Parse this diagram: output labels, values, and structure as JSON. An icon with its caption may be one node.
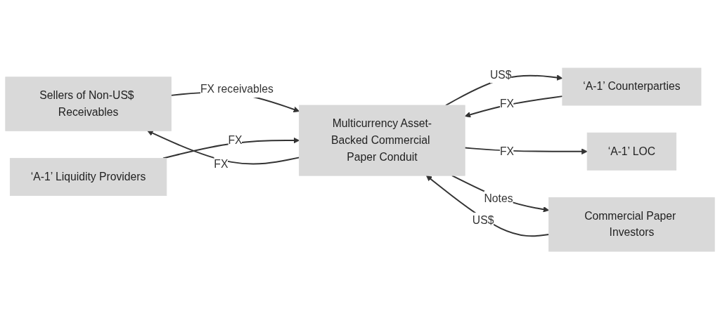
{
  "diagram": {
    "nodes": [
      {
        "text": [
          "Sellers of Non-US$ Receivables"
        ]
      },
      {
        "text": [
          "‘A-1’ Counterparties"
        ]
      },
      {
        "text": [
          "Multicurrency Asset-Backed Commercial Paper Conduit"
        ]
      },
      {
        "text": [
          "‘A-1’ LOC"
        ]
      },
      {
        "text": [
          "‘A-1’ Liquidity Providers"
        ]
      },
      {
        "text": [
          "Commercial Paper Investors"
        ]
      }
    ],
    "edges": [
      {
        "from": 2,
        "to": 0,
        "arrow": "to",
        "label": "FX"
      },
      {
        "from": 0,
        "to": 2,
        "arrow": "to",
        "label": "FX receivables"
      },
      {
        "from": 1,
        "to": 2,
        "arrow": "to",
        "label": "FX"
      },
      {
        "from": 2,
        "to": 1,
        "arrow": "to",
        "label": "US$"
      },
      {
        "from": 2,
        "to": 3,
        "arrow": "to",
        "label": "FX"
      },
      {
        "from": 4,
        "to": 2,
        "arrow": "to",
        "label": "FX"
      },
      {
        "from": 5,
        "to": 2,
        "arrow": "to",
        "label": "US$"
      },
      {
        "from": 2,
        "to": 5,
        "arrow": "to",
        "label": "Notes"
      }
    ]
  }
}
